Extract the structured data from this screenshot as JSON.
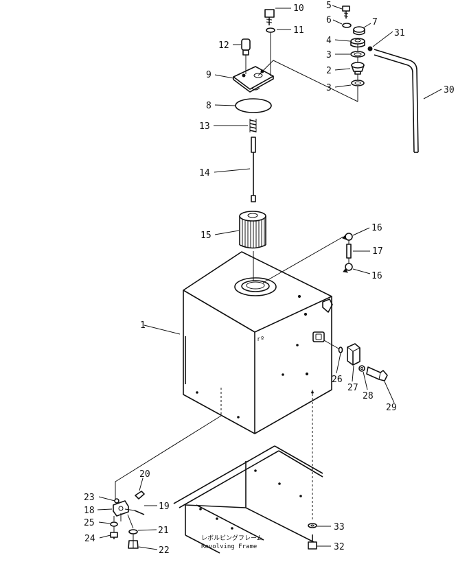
{
  "callouts": [
    {
      "id": "1",
      "label": "1"
    },
    {
      "id": "2",
      "label": "2"
    },
    {
      "id": "3a",
      "label": "3"
    },
    {
      "id": "3b",
      "label": "3"
    },
    {
      "id": "4",
      "label": "4"
    },
    {
      "id": "5",
      "label": "5"
    },
    {
      "id": "6",
      "label": "6"
    },
    {
      "id": "7",
      "label": "7"
    },
    {
      "id": "8",
      "label": "8"
    },
    {
      "id": "9",
      "label": "9"
    },
    {
      "id": "10",
      "label": "10"
    },
    {
      "id": "11",
      "label": "11"
    },
    {
      "id": "12",
      "label": "12"
    },
    {
      "id": "13",
      "label": "13"
    },
    {
      "id": "14",
      "label": "14"
    },
    {
      "id": "15",
      "label": "15"
    },
    {
      "id": "16a",
      "label": "16"
    },
    {
      "id": "16b",
      "label": "16"
    },
    {
      "id": "17",
      "label": "17"
    },
    {
      "id": "18",
      "label": "18"
    },
    {
      "id": "19",
      "label": "19"
    },
    {
      "id": "20",
      "label": "20"
    },
    {
      "id": "21",
      "label": "21"
    },
    {
      "id": "22",
      "label": "22"
    },
    {
      "id": "23",
      "label": "23"
    },
    {
      "id": "24",
      "label": "24"
    },
    {
      "id": "25",
      "label": "25"
    },
    {
      "id": "26",
      "label": "26"
    },
    {
      "id": "27",
      "label": "27"
    },
    {
      "id": "28",
      "label": "28"
    },
    {
      "id": "29",
      "label": "29"
    },
    {
      "id": "30",
      "label": "30"
    },
    {
      "id": "31",
      "label": "31"
    },
    {
      "id": "32",
      "label": "32"
    },
    {
      "id": "33",
      "label": "33"
    }
  ],
  "frame_label": {
    "japanese": "レボルビングフレーム",
    "english": "Revolving  Frame"
  }
}
